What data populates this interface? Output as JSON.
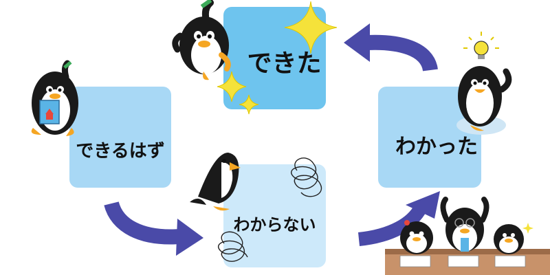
{
  "diagram": {
    "stages": {
      "dekiruhazu": "できるはず",
      "wakaranai": "わからない",
      "wakatta": "わかった",
      "dekita": "できた"
    },
    "colors": {
      "box_light": "#A8D8F5",
      "box_pale": "#CDE9FA",
      "box_strong": "#6EC4EE",
      "arrow": "#4A4AA8",
      "sparkle": "#F5E23A",
      "penguin_body": "#1A1A1A",
      "penguin_beak": "#F5A623"
    }
  }
}
